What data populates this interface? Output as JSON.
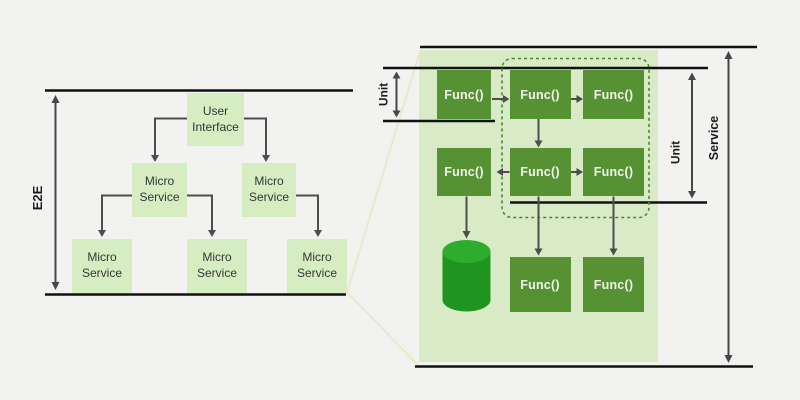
{
  "left_panel": {
    "scope_label": "E2E",
    "nodes": [
      {
        "id": "user-interface",
        "label": "User Interface"
      },
      {
        "id": "ms-mid-left",
        "label": "Micro Service"
      },
      {
        "id": "ms-mid-right",
        "label": "Micro Service"
      },
      {
        "id": "ms-bottom-left",
        "label": "Micro Service"
      },
      {
        "id": "ms-bottom-center",
        "label": "Micro Service"
      },
      {
        "id": "ms-bottom-right",
        "label": "Micro Service"
      }
    ]
  },
  "right_panel": {
    "service_label": "Service",
    "unit_label_outer": "Unit",
    "unit_label_inner": "Unit",
    "func_boxes": [
      {
        "id": "func-r1c1",
        "label": "Func()"
      },
      {
        "id": "func-r1c2",
        "label": "Func()"
      },
      {
        "id": "func-r1c3",
        "label": "Func()"
      },
      {
        "id": "func-r2c1",
        "label": "Func()"
      },
      {
        "id": "func-r2c2",
        "label": "Func()"
      },
      {
        "id": "func-r2c3",
        "label": "Func()"
      },
      {
        "id": "func-r3c2",
        "label": "Func()"
      },
      {
        "id": "func-r3c3",
        "label": "Func()"
      }
    ],
    "icons": [
      {
        "name": "database-icon"
      }
    ]
  },
  "colors": {
    "background": "#f2f2f0",
    "panel_fill": "#d9ebc6",
    "node_fill": "#d6edc2",
    "node_text": "#363636",
    "func_fill": "#569134",
    "func_text": "#f1f5ec",
    "ruler_line": "#111111",
    "arrow": "#474747",
    "dashed_border": "#4a8a2c",
    "database_top": "#2eac2e",
    "database_body": "#209421",
    "zoom_guide_line": "#e8e9cd"
  }
}
